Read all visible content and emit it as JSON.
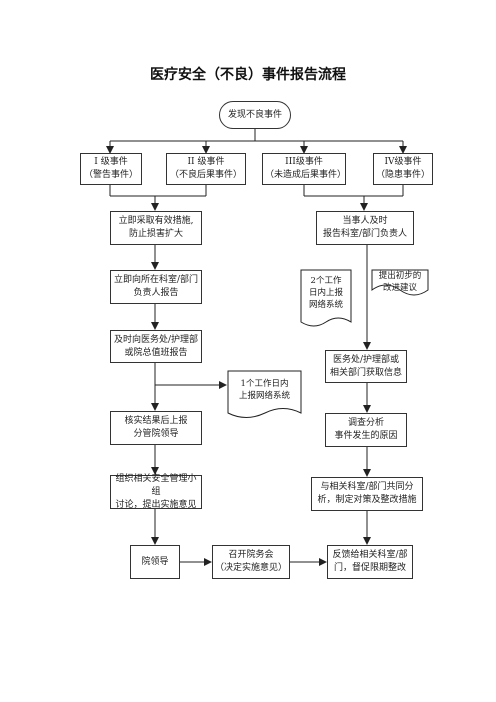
{
  "title": "医疗安全（不良）事件报告流程",
  "start": "发现不良事件",
  "levels": [
    "I 级事件\n（警告事件）",
    "II 级事件\n（不良后果事件）",
    "III级事件\n（未造成后果事件）",
    "IV级事件\n（隐患事件）"
  ],
  "left_steps": [
    "立即采取有效措施,\n防止损害扩大",
    "立即向所在科室/部门\n负责人报告",
    "及时向医务处/护理部\n或院总值班报告",
    "核实结果后上报\n分管院领导",
    "组织相关安全管理小组\n讨论，提出实施意见"
  ],
  "right_steps": [
    "当事人及时\n报告科室/部门负责人",
    "医务处/护理部或\n相关部门获取信息",
    "调查分析\n事件发生的原因",
    "与相关科室/部门共同分\n析，制定对策及整改措施"
  ],
  "bottom": {
    "leaders": "院领导",
    "meeting": "召开院务会\n（决定实施意见）",
    "feedback": "反馈给相关科室/部\n门，督促限期整改"
  },
  "notes": {
    "two_days": "2个工作\n日内上报\n网络系统",
    "suggest": "提出初步的\n改进建议",
    "one_day": "1个工作日内\n上报网络系统"
  }
}
